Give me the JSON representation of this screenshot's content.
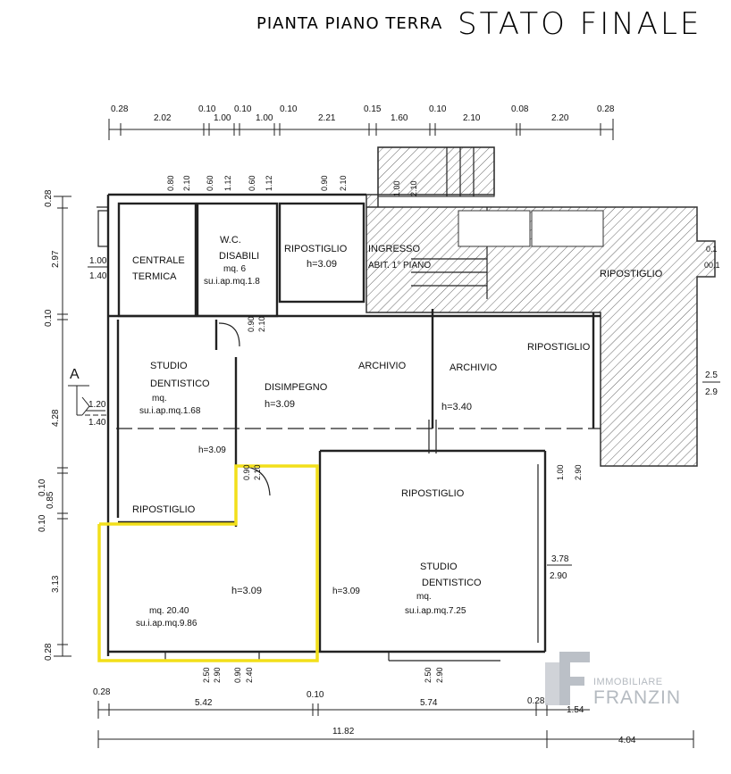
{
  "header": {
    "subtitle": "PIANTA PIANO TERRA",
    "title": "STATO FINALE"
  },
  "top_dimensions": {
    "row1": [
      "0.28",
      "2.02",
      "0.10",
      "1.00",
      "0.10",
      "1.00",
      "0.10",
      "2.21",
      "0.15",
      "1.60",
      "0.10",
      "2.10",
      "0.08",
      "2.20",
      "0.28"
    ],
    "openings": [
      "0.80",
      "2.10",
      "0.60",
      "1.12",
      "0.60",
      "1.12",
      "0.90",
      "2.10",
      "1.00",
      "2.10"
    ]
  },
  "left_dimensions": [
    "0.28",
    "2.97",
    "0.10",
    "4.28",
    "0.10",
    "0.85",
    "0.10",
    "3.13",
    "0.28"
  ],
  "left_window_labels": [
    "1.00",
    "1.40",
    "1.20",
    "1.40"
  ],
  "section_marker": "A",
  "rooms": {
    "centrale_termica": [
      "CENTRALE",
      "TERMICA"
    ],
    "wc": [
      "W.C.",
      "DISABILI",
      "mq. 6",
      "su.i.ap.mq.1.8"
    ],
    "ripostiglio_top": [
      "RIPOSTIGLIO",
      "h=3.09"
    ],
    "ingresso": [
      "INGRESSO",
      "ABIT. 1° PIANO"
    ],
    "ripostiglio_right": "RIPOSTIGLIO",
    "studio_1": [
      "STUDIO",
      "DENTISTICO",
      "mq.",
      "su.i.ap.mq.1.68",
      "h=3.09"
    ],
    "disimpegno": [
      "DISIMPEGNO",
      "h=3.09"
    ],
    "archivio_1": "ARCHIVIO",
    "archivio_2": [
      "ARCHIVIO",
      "h=3.40"
    ],
    "ripostiglio_mid": "RIPOSTIGLIO",
    "ripostiglio_small": "RIPOSTIGLIO",
    "ripostiglio_big": "RIPOSTIGLIO",
    "yellow_room": [
      "h=3.09",
      "mq. 20.40",
      "su.i.ap.mq.9.86"
    ],
    "studio_2": [
      "STUDIO",
      "DENTISTICO",
      "mq.",
      "su.i.ap.mq.7.25",
      "h=3.09"
    ]
  },
  "inner_labels": {
    "door_wc_1": "0.90",
    "door_wc_2": "2.10",
    "door_yellow_1": "0.90",
    "door_yellow_2": "2.10",
    "right_door_1": "1.00",
    "right_door_2": "2.90",
    "right_window_1": "3.78",
    "right_window_2": "2.90",
    "far_right_1": "2.5",
    "far_right_2": "2.9",
    "far_right_top_1": "0.1",
    "far_right_top_2": "00.1",
    "stair_1": "1.00",
    "stair_2": "2.10"
  },
  "bottom_openings": [
    "2.50",
    "2.90",
    "0.90",
    "2.40",
    "2.50",
    "2.90"
  ],
  "bottom_dimensions": {
    "row1": [
      "0.28",
      "5.42",
      "0.10",
      "5.74",
      "0.28",
      "1.54"
    ],
    "row2": [
      "11.82",
      "4.04"
    ]
  },
  "logo": {
    "line1": "IMMOBILIARE",
    "line2": "FRANZIN"
  },
  "colors": {
    "highlight": "#f2df1a",
    "line": "#222222",
    "logo": "#a8aeb6"
  }
}
